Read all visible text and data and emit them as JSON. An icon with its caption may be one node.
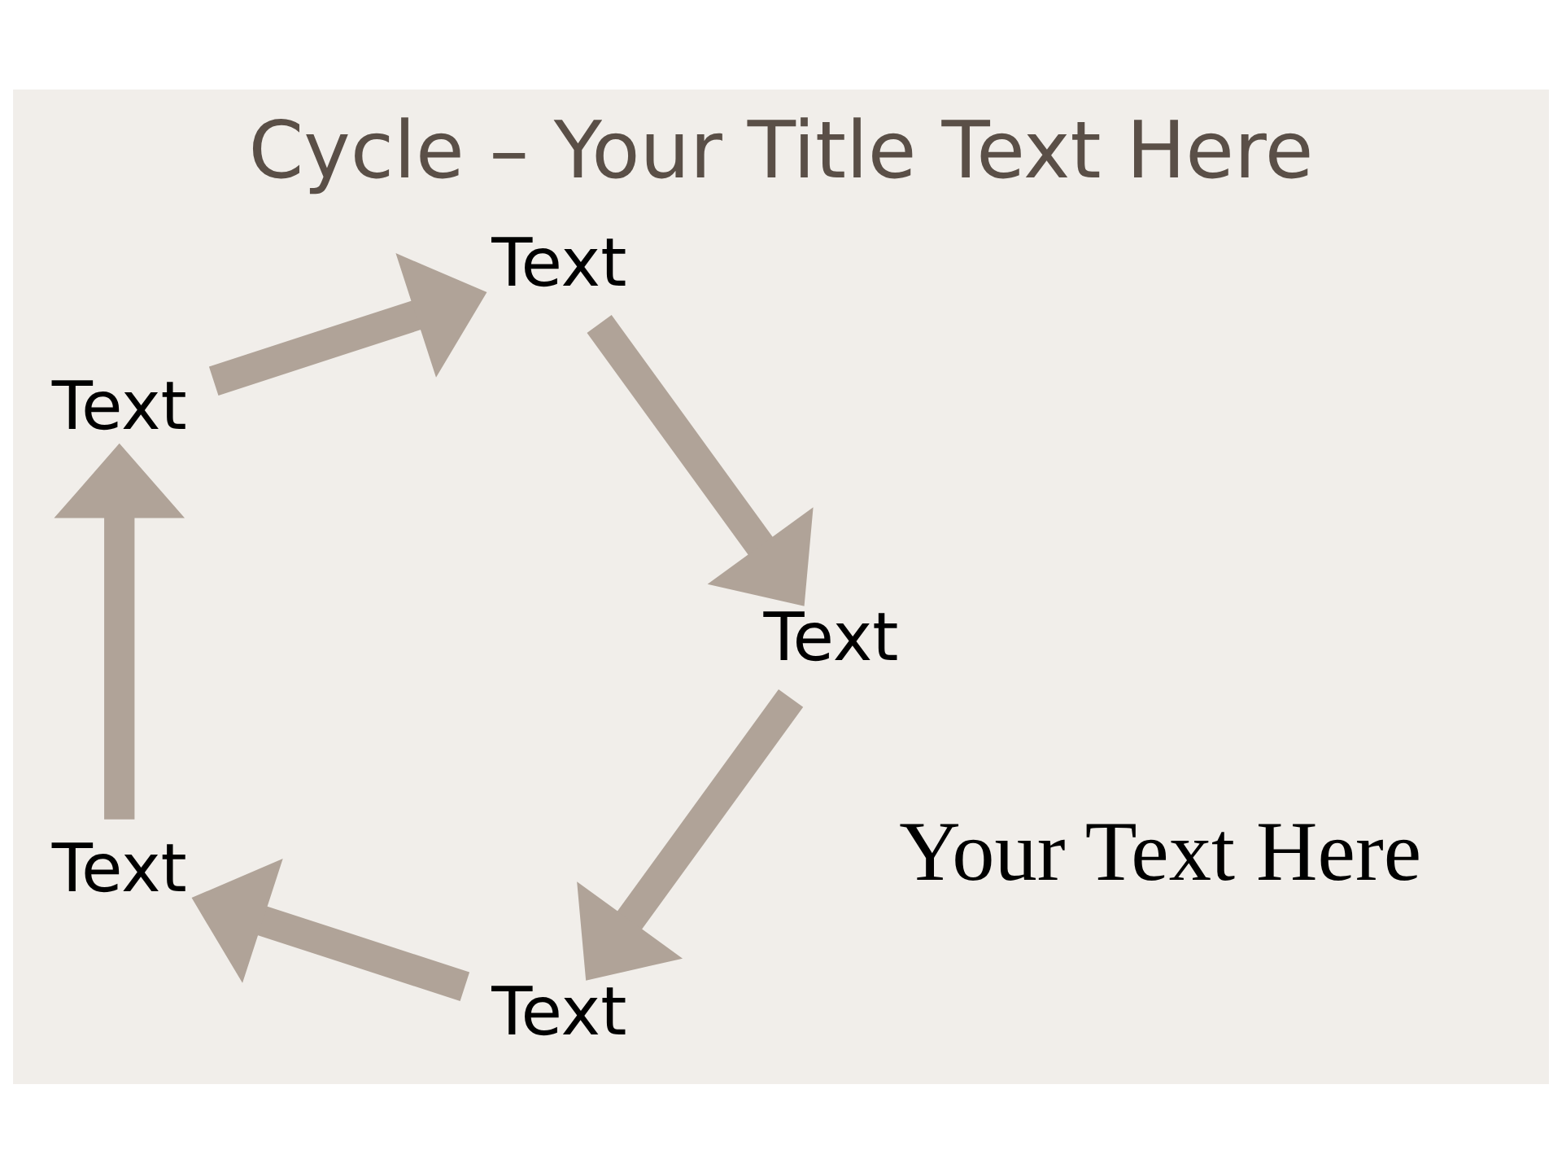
{
  "diagram": {
    "title": "Cycle – Your Title Text Here",
    "nodes": [
      {
        "text": [
          "Text"
        ]
      },
      {
        "text": [
          "Text"
        ]
      },
      {
        "text": [
          "Your Text Here"
        ]
      },
      {
        "text": [
          "Text"
        ]
      },
      {
        "text": [
          "Text"
        ]
      },
      {
        "text": [
          "Text"
        ]
      }
    ],
    "edges": [
      {
        "from": 0,
        "to": 1,
        "arrow": "to"
      },
      {
        "from": 1,
        "to": 3,
        "arrow": "to"
      },
      {
        "from": 3,
        "to": 5,
        "arrow": "to"
      },
      {
        "from": 5,
        "to": 4,
        "arrow": "to"
      },
      {
        "from": 4,
        "to": 0,
        "arrow": "to"
      }
    ]
  }
}
